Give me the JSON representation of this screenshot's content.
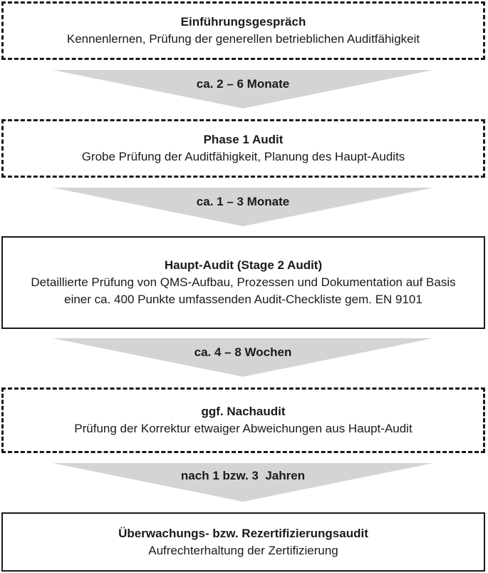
{
  "steps": [
    {
      "title": "Einführungsgespräch",
      "desc": "Kennenlernen, Prüfung der generellen betrieblichen Auditfähigkeit",
      "style": "dashed"
    },
    {
      "title": "Phase 1 Audit",
      "desc": "Grobe Prüfung der Auditfähigkeit, Planung des Haupt-Audits",
      "style": "dashed"
    },
    {
      "title": "Haupt-Audit (Stage 2 Audit)",
      "desc": "Detaillierte Prüfung von QMS-Aufbau, Prozessen und Dokumentation auf Basis\neiner ca. 400 Punkte umfassenden Audit-Checkliste gem. EN 9101",
      "style": "solid"
    },
    {
      "title": "ggf. Nachaudit",
      "desc": "Prüfung der Korrektur etwaiger Abweichungen aus Haupt-Audit",
      "style": "dashed"
    },
    {
      "title": "Überwachungs- bzw. Rezertifizierungsaudit",
      "desc": "Aufrechterhaltung der Zertifizierung",
      "style": "solid"
    }
  ],
  "arrows": [
    {
      "label": "ca. 2 – 6 Monate"
    },
    {
      "label": "ca. 1 – 3 Monate"
    },
    {
      "label": "ca. 4 – 8 Wochen"
    },
    {
      "label": "nach 1 bzw. 3  Jahren"
    }
  ],
  "colors": {
    "arrow_fill": "#d4d4d4",
    "border": "#1a1a1a",
    "text": "#1a1a1a"
  }
}
